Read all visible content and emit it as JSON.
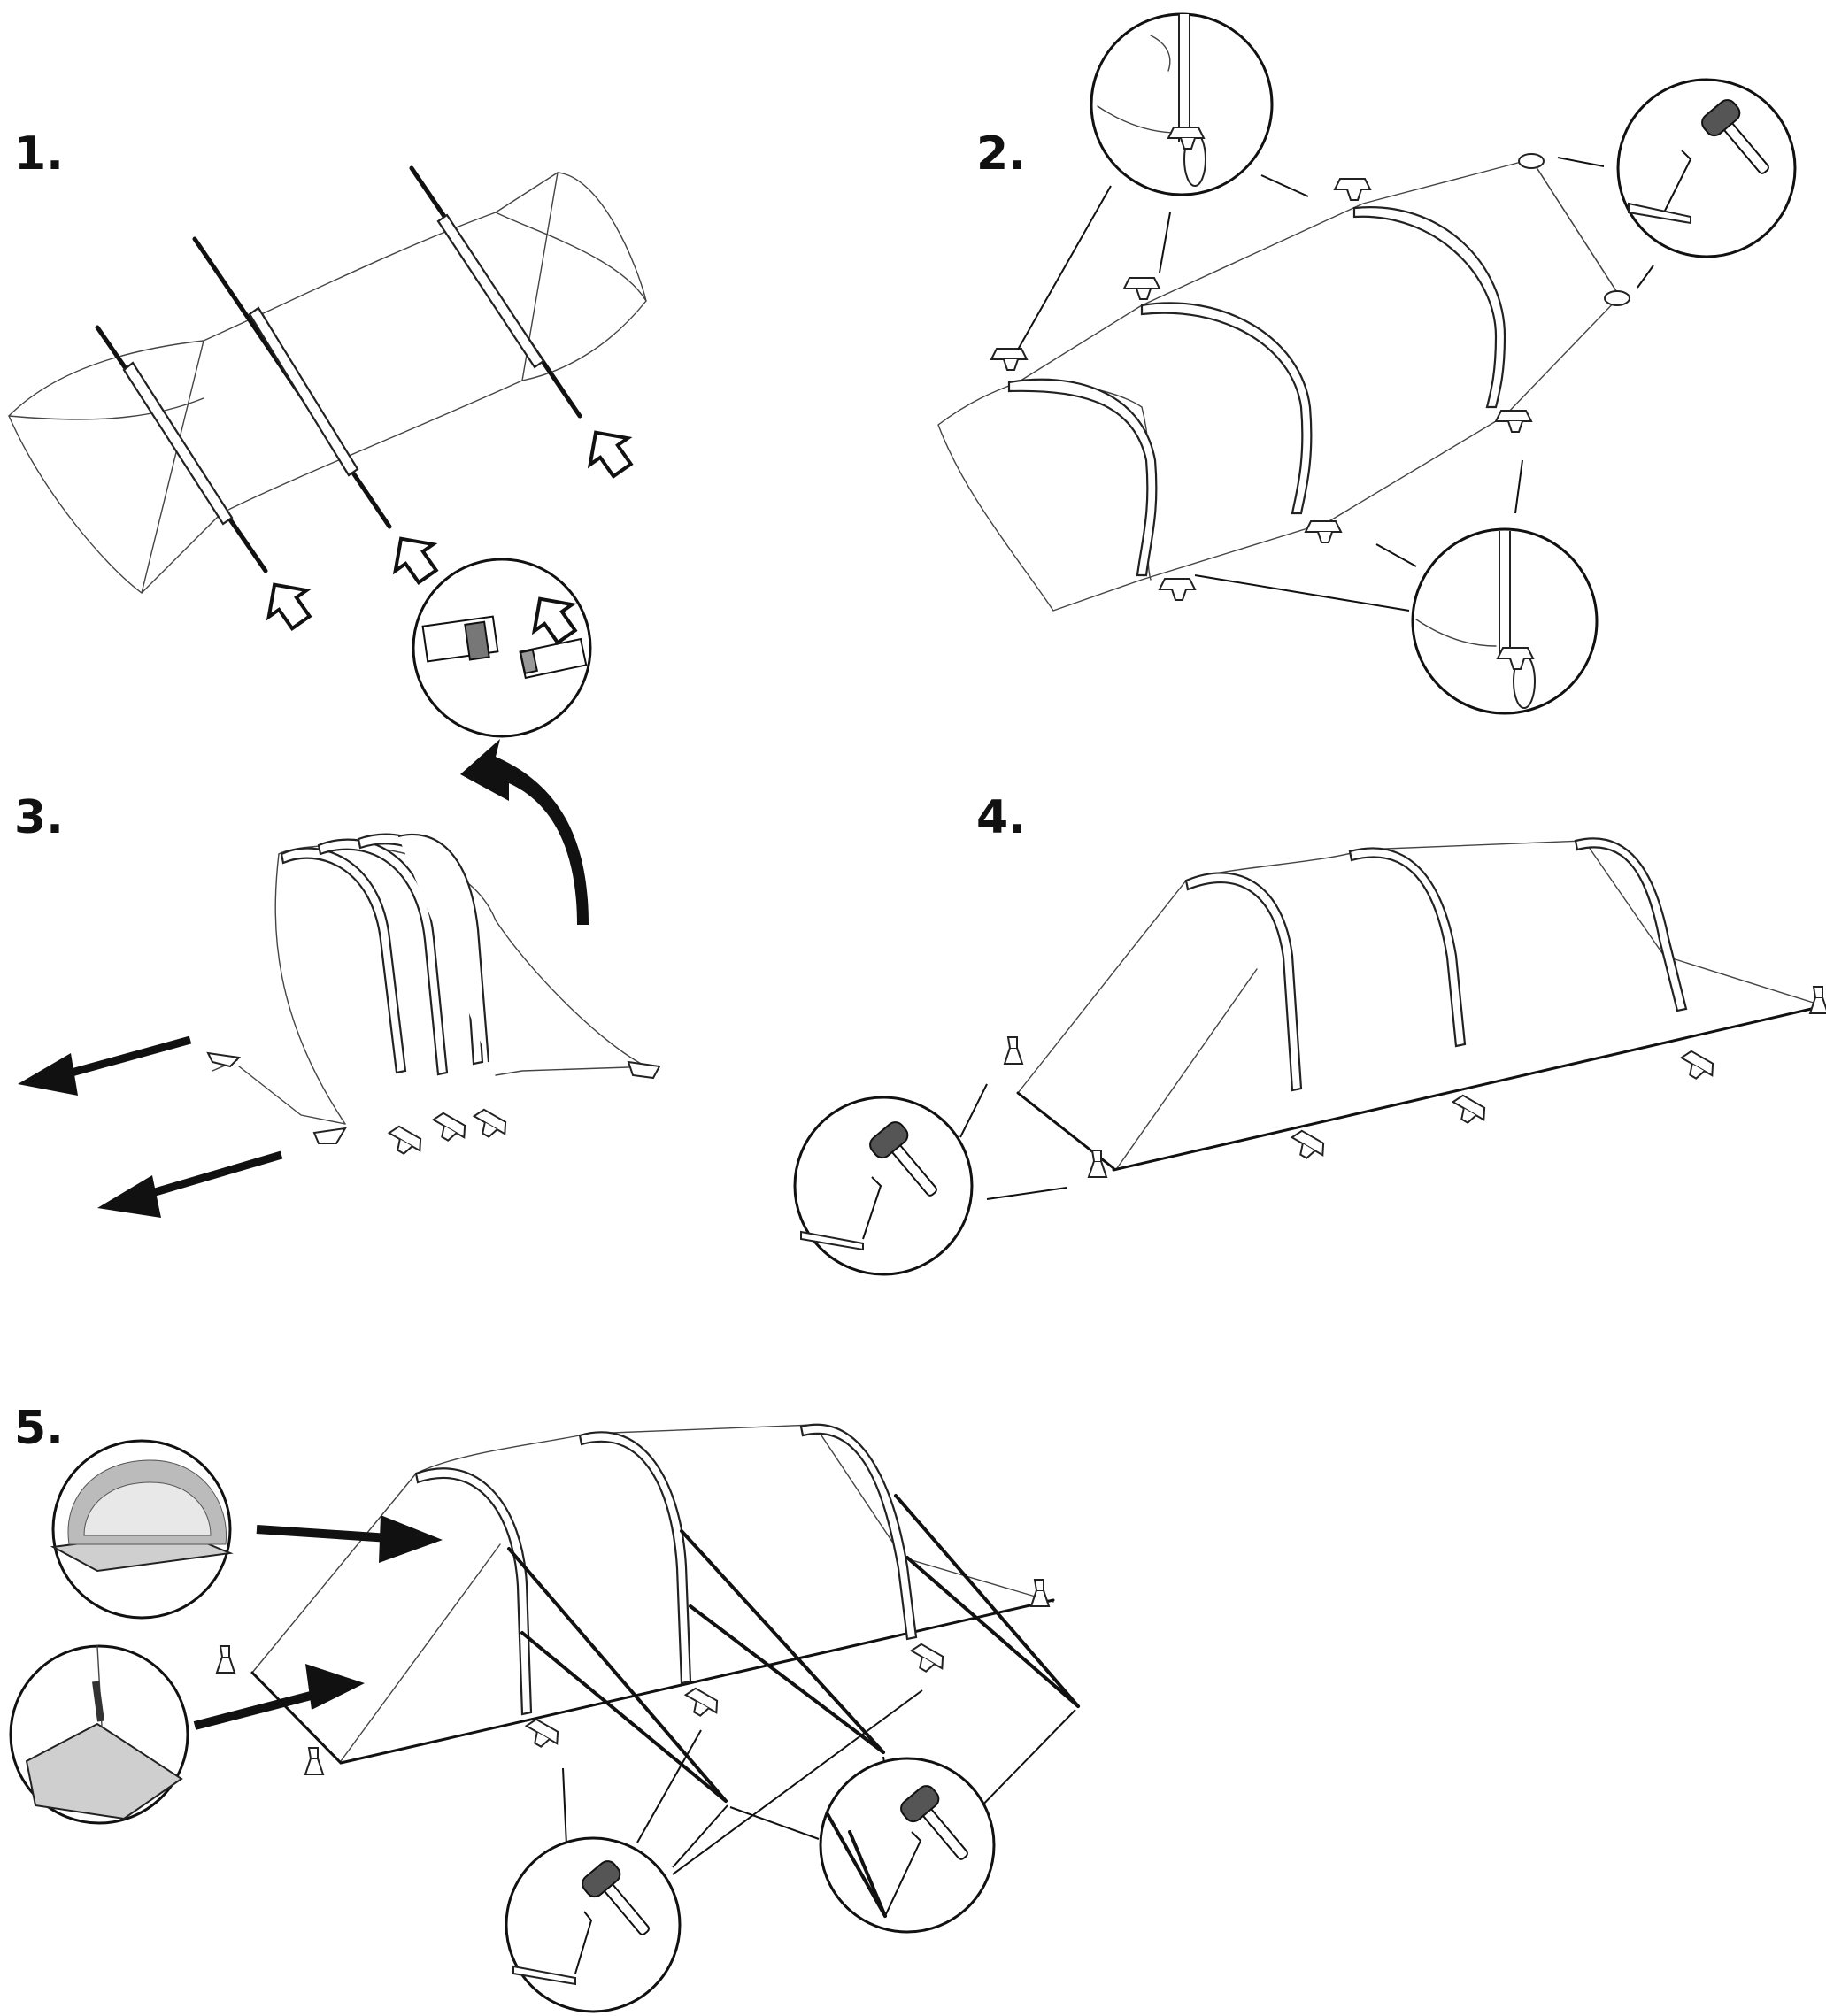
{
  "steps": [
    {
      "number": "1.",
      "name": "insert-poles"
    },
    {
      "number": "2.",
      "name": "attach-clips-and-stake"
    },
    {
      "number": "3.",
      "name": "raise-tent"
    },
    {
      "number": "4.",
      "name": "stake-out"
    },
    {
      "number": "5.",
      "name": "guy-lines-and-vents"
    }
  ],
  "icons": [
    "hollow-arrow-icon",
    "mallet-icon",
    "tent-peg-icon",
    "pole-clip-icon",
    "curved-arrow-icon",
    "pull-arrow-icon"
  ]
}
